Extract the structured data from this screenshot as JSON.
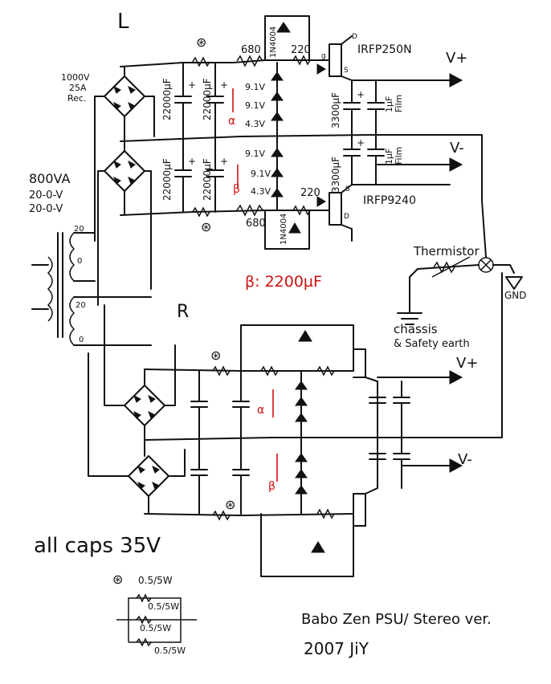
{
  "channels": {
    "left": "L",
    "right": "R"
  },
  "rectifier": {
    "line1": "1000V",
    "line2": "25A",
    "line3": "Rec."
  },
  "transformer": {
    "rating": "800VA",
    "sec1": "20-0-V",
    "sec2": "20-0-V",
    "tap1": "20",
    "tap2": "0",
    "tap3": "20",
    "tap4": "0"
  },
  "caps": {
    "c1": "22000µF",
    "c2": "22000µF",
    "c3": "22000µF",
    "c4": "22000µF",
    "c5": "3300µF",
    "c6": "3300µF",
    "film1": "1µF",
    "film1b": "Film",
    "film2": "1µF",
    "film2b": "Film",
    "plus": "+"
  },
  "resistors": {
    "r680a": "680",
    "r680b": "680",
    "r220a": "220",
    "r220b": "220"
  },
  "zeners": {
    "z1": "9.1V",
    "z2": "9.1V",
    "z3": "4.3V",
    "z4": "9.1V",
    "z5": "9.1V",
    "z6": "4.3V"
  },
  "diodes": {
    "d1": "1N4004",
    "d2": "1N4004"
  },
  "mosfets": {
    "top": "IRFP250N",
    "bottom": "IRFP9240",
    "d": "D",
    "s": "S",
    "g": "g"
  },
  "outputs": {
    "vplus": "V+",
    "vminus": "V-",
    "gnd": "GND"
  },
  "earth": {
    "thermistor": "Thermistor",
    "chassis": "chassis",
    "safety": "& Safety earth"
  },
  "annotations": {
    "alpha_label": "α",
    "beta_label": "β",
    "cap_note": "β: 2200µF"
  },
  "notes": {
    "all_caps": "all caps 35V",
    "resistor_symbol": "⊛",
    "res_spec": "0.5/5W",
    "res_spec1": "0.5/5W",
    "res_spec2": "0.5/5W",
    "res_spec3": "0.5/5W",
    "title": "Babo Zen PSU/ Stereo ver.",
    "year": "2007 JiY"
  }
}
